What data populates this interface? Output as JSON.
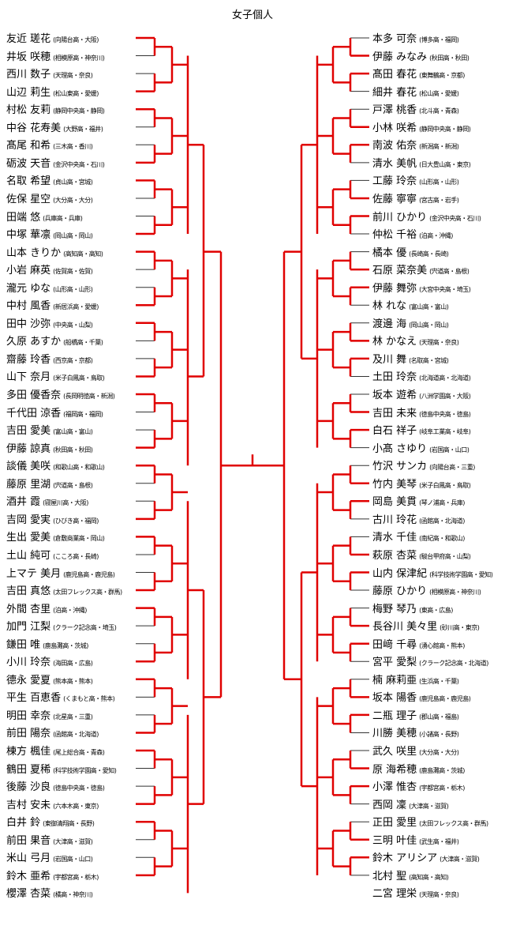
{
  "title": "女子個人",
  "left": [
    {
      "name": "友近 瑳花",
      "school": "(向陽台高・大阪)"
    },
    {
      "name": "井坂 咲穂",
      "school": "(相模原高・神奈川)"
    },
    {
      "name": "西川 数子",
      "school": "(天理高・奈良)"
    },
    {
      "name": "山辺 莉生",
      "school": "(松山東高・愛媛)"
    },
    {
      "name": "村松 友莉",
      "school": "(静岡中央高・静岡)"
    },
    {
      "name": "中谷 花寿美",
      "school": "(大野高・福井)"
    },
    {
      "name": "髙尾 和希",
      "school": "(三木高・香川)"
    },
    {
      "name": "砺波 天音",
      "school": "(金沢中央高・石川)"
    },
    {
      "name": "名取 希望",
      "school": "(貞山高・宮城)"
    },
    {
      "name": "佐保 星空",
      "school": "(大分高・大分)"
    },
    {
      "name": "田端 悠",
      "school": "(兵庫高・兵庫)"
    },
    {
      "name": "中塚 華凛",
      "school": "(岡山高・岡山)"
    },
    {
      "name": "山本 きりか",
      "school": "(高知高・高知)"
    },
    {
      "name": "小岩 麻英",
      "school": "(佐賀高・佐賀)"
    },
    {
      "name": "瀧元 ゆな",
      "school": "(山形高・山形)"
    },
    {
      "name": "中村 風香",
      "school": "(新居浜高・愛媛)"
    },
    {
      "name": "田中 沙弥",
      "school": "(中央高・山梨)"
    },
    {
      "name": "久原 あすか",
      "school": "(船橋高・千葉)"
    },
    {
      "name": "齋藤 玲香",
      "school": "(西京高・京都)"
    },
    {
      "name": "山下 奈月",
      "school": "(米子白鳳高・鳥取)"
    },
    {
      "name": "多田 優香奈",
      "school": "(長岡明徳高・新潟)"
    },
    {
      "name": "千代田 涼香",
      "school": "(福岡高・福岡)"
    },
    {
      "name": "吉田 愛美",
      "school": "(富山高・富山)"
    },
    {
      "name": "伊藤 諒真",
      "school": "(秋田高・秋田)"
    },
    {
      "name": "談儀 美咲",
      "school": "(和歌山高・和歌山)"
    },
    {
      "name": "藤原 里湖",
      "school": "(宍道高・島根)"
    },
    {
      "name": "酒井 霞",
      "school": "(寝屋川高・大阪)"
    },
    {
      "name": "吉岡 愛実",
      "school": "(ひびき高・福岡)"
    },
    {
      "name": "生出 愛美",
      "school": "(倉敷商業高・岡山)"
    },
    {
      "name": "土山 純可",
      "school": "(こころ高・長崎)"
    },
    {
      "name": "上マテ 美月",
      "school": "(鹿児島高・鹿児島)"
    },
    {
      "name": "吉田 真悠",
      "school": "(太田フレックス高・群馬)"
    },
    {
      "name": "外間 杏里",
      "school": "(泊高・沖縄)"
    },
    {
      "name": "加門 江梨",
      "school": "(クラーク記念高・埼玉)"
    },
    {
      "name": "鎌田 唯",
      "school": "(鹿島灘高・茨城)"
    },
    {
      "name": "小川 玲奈",
      "school": "(海田高・広島)"
    },
    {
      "name": "德永 愛夏",
      "school": "(熊本高・熊本)"
    },
    {
      "name": "平生 百恵香",
      "school": "(くまもと高・熊本)"
    },
    {
      "name": "明田 幸奈",
      "school": "(北星高・三重)"
    },
    {
      "name": "前田 陽奈",
      "school": "(函館高・北海道)"
    },
    {
      "name": "棟方 楓佳",
      "school": "(尾上総合高・青森)"
    },
    {
      "name": "鶴田 夏稀",
      "school": "(科学技術学園高・愛知)"
    },
    {
      "name": "後藤 沙良",
      "school": "(徳島中央高・徳島)"
    },
    {
      "name": "吉村 安未",
      "school": "(六本木高・東京)"
    },
    {
      "name": "白井 鈴",
      "school": "(東御清翔高・長野)"
    },
    {
      "name": "前田 果音",
      "school": "(大津高・滋賀)"
    },
    {
      "name": "米山 弓月",
      "school": "(岩国高・山口)"
    },
    {
      "name": "鈴木 亜希",
      "school": "(宇都宮高・栃木)"
    },
    {
      "name": "櫻澤 杏菜",
      "school": "(橘高・神奈川)"
    }
  ],
  "right": [
    {
      "name": "本多 可奈",
      "school": "(博多高・福岡)"
    },
    {
      "name": "伊藤 みなみ",
      "school": "(秋田高・秋田)"
    },
    {
      "name": "髙田 春花",
      "school": "(東舞鶴高・京都)"
    },
    {
      "name": "細井 春花",
      "school": "(松山高・愛媛)"
    },
    {
      "name": "戸澤 桃香",
      "school": "(北斗高・青森)"
    },
    {
      "name": "小林 咲希",
      "school": "(静岡中央高・静岡)"
    },
    {
      "name": "南波 佑奈",
      "school": "(新潟高・新潟)"
    },
    {
      "name": "清水 美帆",
      "school": "(日大豊山高・東京)"
    },
    {
      "name": "工藤 玲奈",
      "school": "(山形高・山形)"
    },
    {
      "name": "佐藤 寧寧",
      "school": "(宮古高・岩手)"
    },
    {
      "name": "前川 ひかり",
      "school": "(金沢中央高・石川)"
    },
    {
      "name": "仲松 千裕",
      "school": "(泊高・沖縄)"
    },
    {
      "name": "橘本 優",
      "school": "(長崎高・長崎)"
    },
    {
      "name": "石原 菜奈美",
      "school": "(宍道高・島根)"
    },
    {
      "name": "伊藤 舞弥",
      "school": "(大宮中央高・埼玉)"
    },
    {
      "name": "林 れな",
      "school": "(富山高・富山)"
    },
    {
      "name": "渡邊 海",
      "school": "(岡山高・岡山)"
    },
    {
      "name": "林 かなえ",
      "school": "(天理高・奈良)"
    },
    {
      "name": "及川 舞",
      "school": "(名取高・宮城)"
    },
    {
      "name": "土田 玲奈",
      "school": "(北海道高・北海道)"
    },
    {
      "name": "坂本 遊希",
      "school": "(八洲学園高・大阪)"
    },
    {
      "name": "吉田 未来",
      "school": "(徳島中央高・徳島)"
    },
    {
      "name": "白石 祥子",
      "school": "(岐阜工業高・岐阜)"
    },
    {
      "name": "小髙 さゆり",
      "school": "(岩国高・山口)"
    },
    {
      "name": "竹沢 サンカ",
      "school": "(向陽台高・三重)"
    },
    {
      "name": "竹内 美琴",
      "school": "(米子白鳳高・鳥取)"
    },
    {
      "name": "岡島 美貫",
      "school": "(琴ノ浦高・兵庫)"
    },
    {
      "name": "古川 玲花",
      "school": "(函館高・北海道)"
    },
    {
      "name": "清水 千佳",
      "school": "(南紀高・和歌山)"
    },
    {
      "name": "萩原 杏菜",
      "school": "(駿台甲府高・山梨)"
    },
    {
      "name": "山内 保津紀",
      "school": "(科学技術学園高・愛知)"
    },
    {
      "name": "藤原 ひかり",
      "school": "(相模原高・神奈川)"
    },
    {
      "name": "梅野 琴乃",
      "school": "(東高・広島)"
    },
    {
      "name": "長谷川 美々里",
      "school": "(砂川高・東京)"
    },
    {
      "name": "田﨑 千尋",
      "school": "(湧心館高・熊本)"
    },
    {
      "name": "宮平 愛梨",
      "school": "(クラーク記念高・北海道)"
    },
    {
      "name": "楠 麻莉亜",
      "school": "(生浜高・千葉)"
    },
    {
      "name": "坂本 陽香",
      "school": "(鹿児島高・鹿児島)"
    },
    {
      "name": "二瓶 理子",
      "school": "(郡山高・福島)"
    },
    {
      "name": "川勝 美穂",
      "school": "(小諸高・長野)"
    },
    {
      "name": "武久 咲里",
      "school": "(大分高・大分)"
    },
    {
      "name": "原 海希穂",
      "school": "(鹿島灘高・茨城)"
    },
    {
      "name": "小澤 惟杏",
      "school": "(宇都宮高・栃木)"
    },
    {
      "name": "西岡 凜",
      "school": "(大津高・滋賀)"
    },
    {
      "name": "正田 愛里",
      "school": "(太田フレックス高・群馬)"
    },
    {
      "name": "三明 叶佳",
      "school": "(武生高・福井)"
    },
    {
      "name": "鈴木 アリシア",
      "school": "(大津高・滋賀)"
    },
    {
      "name": "北村 聖",
      "school": "(高知高・高知)"
    },
    {
      "name": "二宮 理栄",
      "school": "(天理高・奈良)"
    }
  ]
}
